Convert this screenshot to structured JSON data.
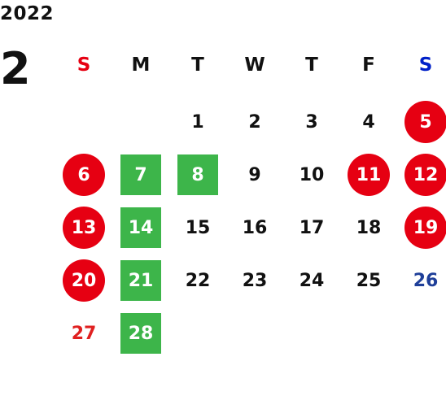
{
  "year": "2022",
  "month": "2",
  "colors": {
    "sunday_header": "#e60012",
    "saturday_header": "#0020c8",
    "text": "#111111",
    "holiday_circle": "#e60012",
    "green_square": "#3db54a",
    "red_text": "#e02020",
    "blue_text": "#1f3f99"
  },
  "weekdays": [
    {
      "label": "S",
      "color": "#e60012"
    },
    {
      "label": "M",
      "color": "#111111"
    },
    {
      "label": "T",
      "color": "#111111"
    },
    {
      "label": "W",
      "color": "#111111"
    },
    {
      "label": "T",
      "color": "#111111"
    },
    {
      "label": "F",
      "color": "#111111"
    },
    {
      "label": "S",
      "color": "#0020c8"
    }
  ],
  "days": [
    {
      "day": "1",
      "row": 0,
      "col": 2,
      "style": "plain"
    },
    {
      "day": "2",
      "row": 0,
      "col": 3,
      "style": "plain"
    },
    {
      "day": "3",
      "row": 0,
      "col": 4,
      "style": "plain"
    },
    {
      "day": "4",
      "row": 0,
      "col": 5,
      "style": "plain"
    },
    {
      "day": "5",
      "row": 0,
      "col": 6,
      "style": "circle"
    },
    {
      "day": "6",
      "row": 1,
      "col": 0,
      "style": "circle"
    },
    {
      "day": "7",
      "row": 1,
      "col": 1,
      "style": "square"
    },
    {
      "day": "8",
      "row": 1,
      "col": 2,
      "style": "square"
    },
    {
      "day": "9",
      "row": 1,
      "col": 3,
      "style": "plain"
    },
    {
      "day": "10",
      "row": 1,
      "col": 4,
      "style": "plain"
    },
    {
      "day": "11",
      "row": 1,
      "col": 5,
      "style": "circle"
    },
    {
      "day": "12",
      "row": 1,
      "col": 6,
      "style": "circle"
    },
    {
      "day": "13",
      "row": 2,
      "col": 0,
      "style": "circle"
    },
    {
      "day": "14",
      "row": 2,
      "col": 1,
      "style": "square"
    },
    {
      "day": "15",
      "row": 2,
      "col": 2,
      "style": "plain"
    },
    {
      "day": "16",
      "row": 2,
      "col": 3,
      "style": "plain"
    },
    {
      "day": "17",
      "row": 2,
      "col": 4,
      "style": "plain"
    },
    {
      "day": "18",
      "row": 2,
      "col": 5,
      "style": "plain"
    },
    {
      "day": "19",
      "row": 2,
      "col": 6,
      "style": "circle"
    },
    {
      "day": "20",
      "row": 3,
      "col": 0,
      "style": "circle"
    },
    {
      "day": "21",
      "row": 3,
      "col": 1,
      "style": "square"
    },
    {
      "day": "22",
      "row": 3,
      "col": 2,
      "style": "plain"
    },
    {
      "day": "23",
      "row": 3,
      "col": 3,
      "style": "plain"
    },
    {
      "day": "24",
      "row": 3,
      "col": 4,
      "style": "plain"
    },
    {
      "day": "25",
      "row": 3,
      "col": 5,
      "style": "plain"
    },
    {
      "day": "26",
      "row": 3,
      "col": 6,
      "style": "blue-text"
    },
    {
      "day": "27",
      "row": 4,
      "col": 0,
      "style": "red-text"
    },
    {
      "day": "28",
      "row": 4,
      "col": 1,
      "style": "square"
    }
  ]
}
